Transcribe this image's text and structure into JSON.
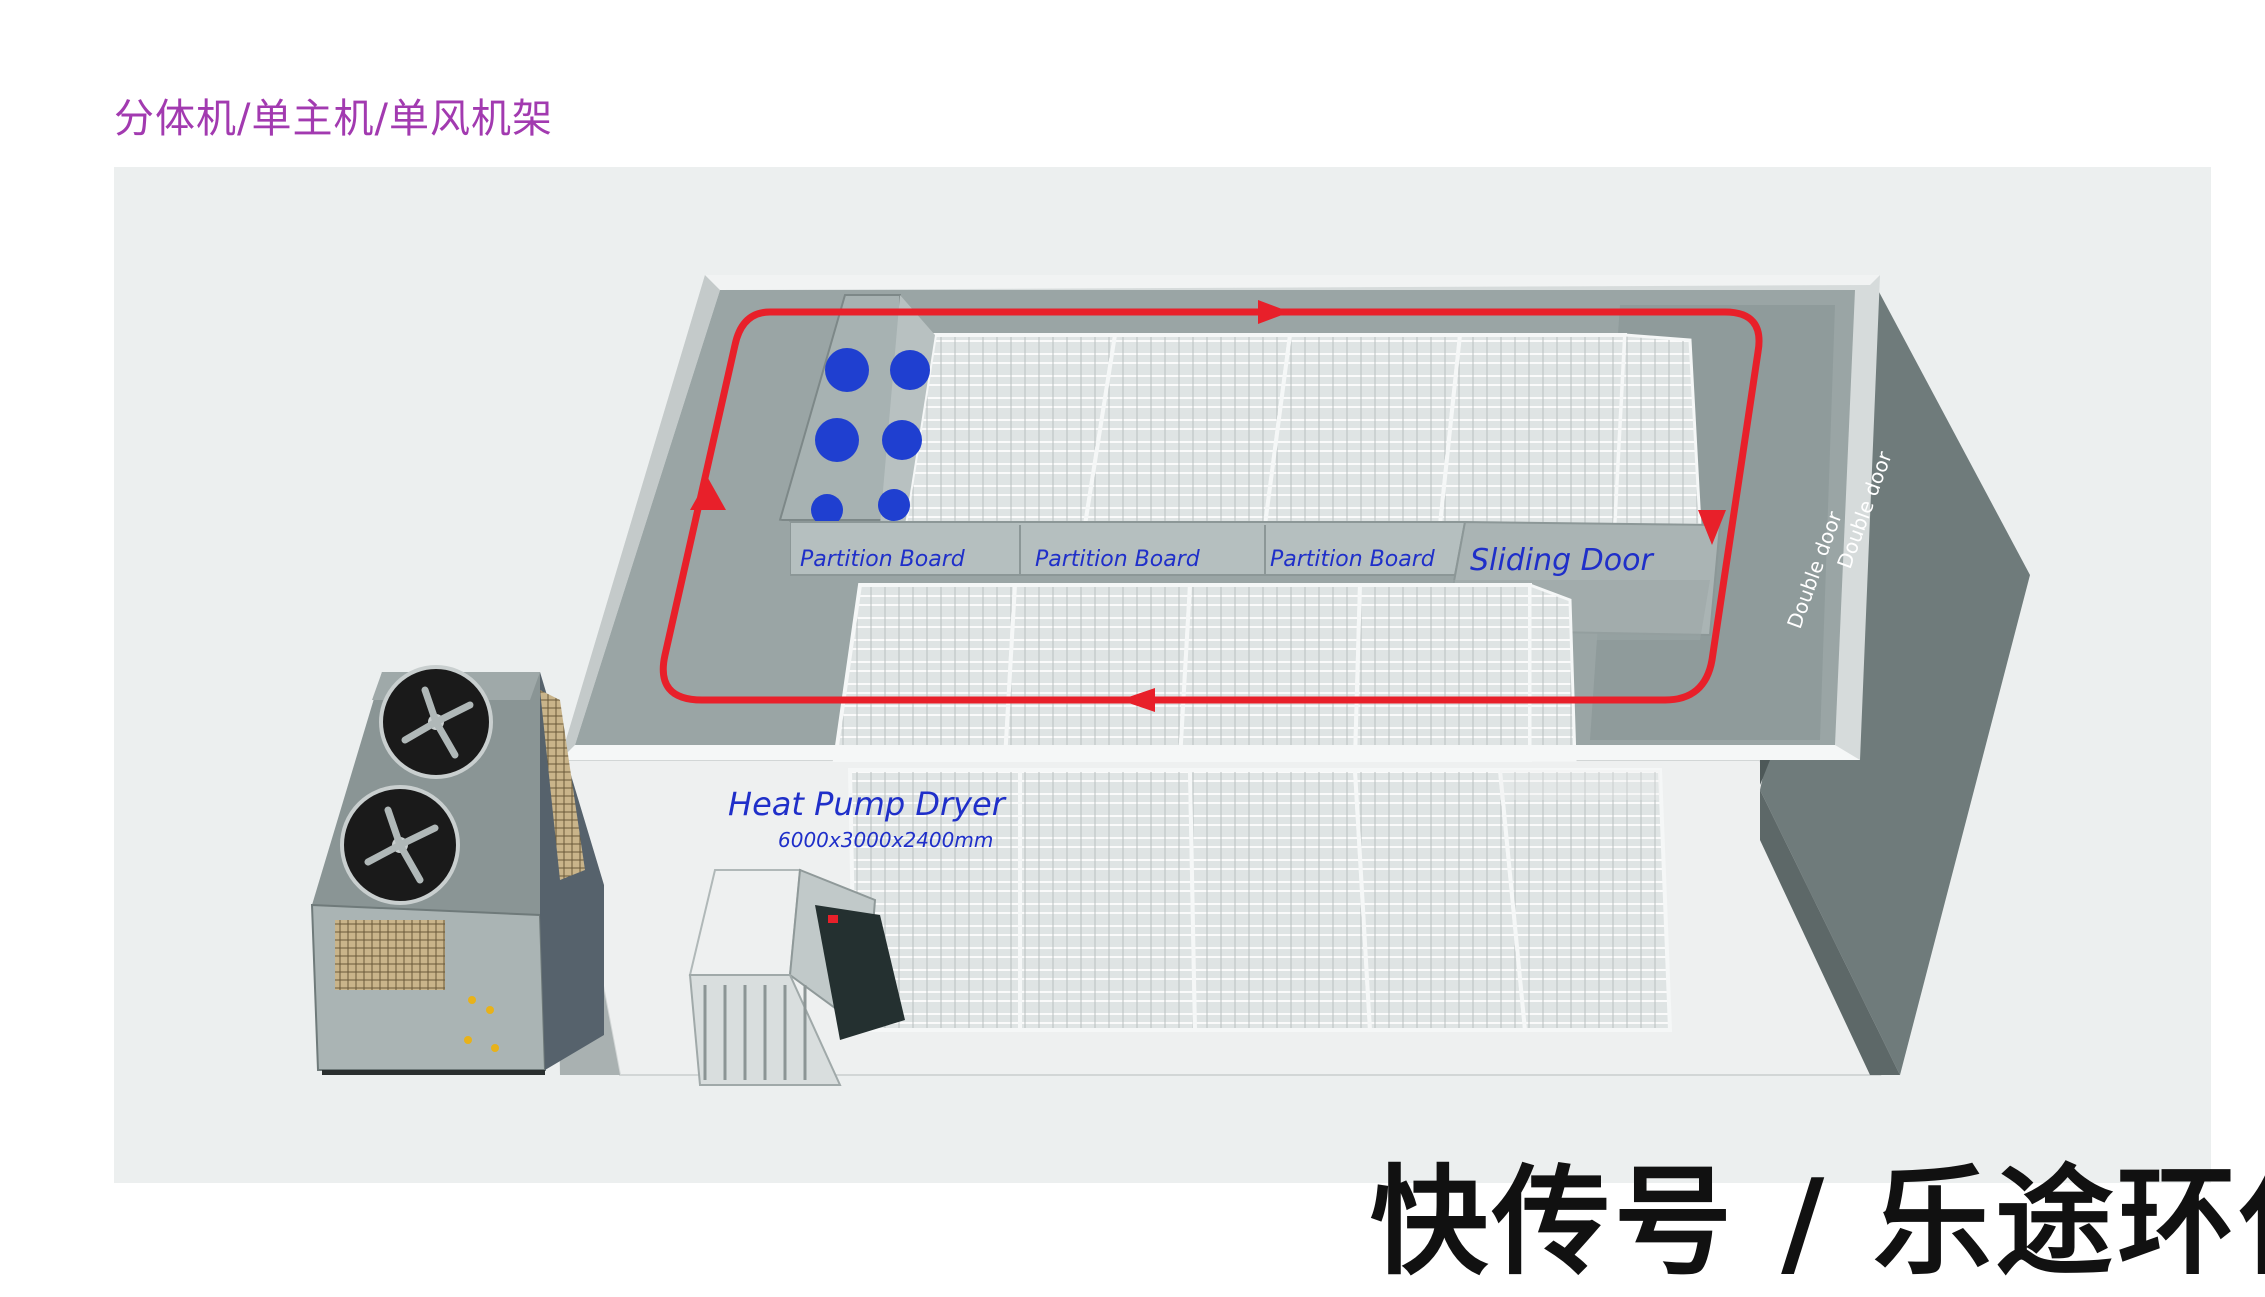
{
  "title": "分体机/单主机/单风机架",
  "labels": {
    "partition_1": "Partition Board",
    "partition_2": "Partition Board",
    "partition_3": "Partition Board",
    "sliding_door": "Sliding Door",
    "heat_pump": "Heat Pump Dryer",
    "dimensions": "6000x3000x2400mm",
    "double_door_1": "Double door",
    "double_door_2": "Double door"
  },
  "watermark": "快传号 / 乐途环保",
  "colors": {
    "title": "#a23ab0",
    "airflow_arrow": "#e8202a",
    "labels": "#1f2fc9",
    "background": "#ecefef"
  },
  "icons": [
    "fan-icon",
    "airflow-arrow-icon"
  ]
}
